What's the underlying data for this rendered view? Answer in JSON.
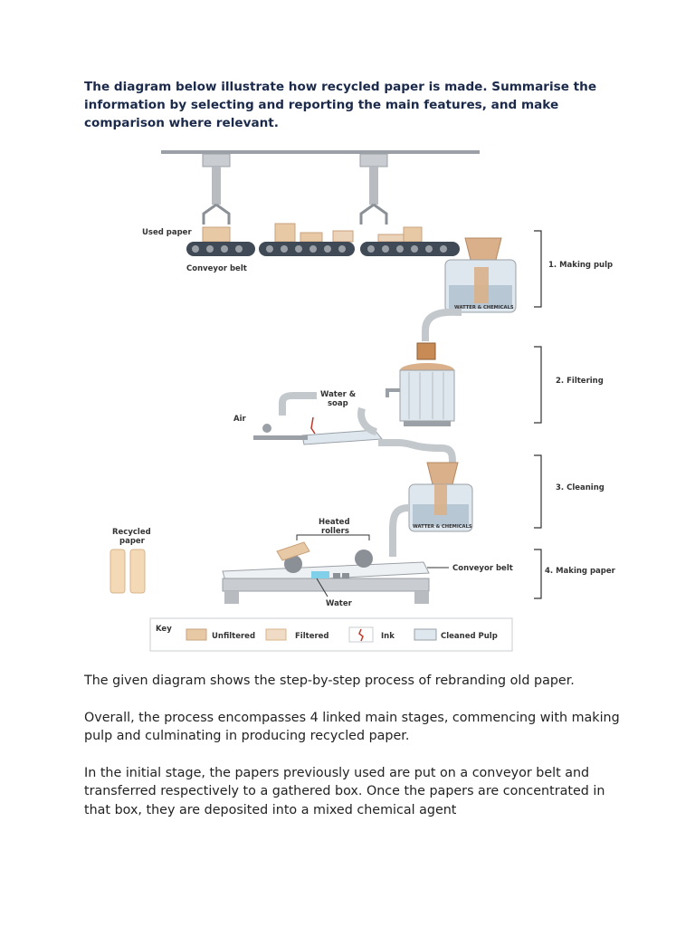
{
  "prompt": "The diagram below illustrate how recycled paper is made. Summarise the information by selecting and reporting the main features, and make comparison where relevant.",
  "diagram": {
    "labels": {
      "used_paper": "Used paper",
      "conveyor_belt_top": "Conveyor belt",
      "water_chemicals_1": "WATTER & CHEMICALS",
      "water_soap_1": "Water &",
      "water_soap_2": "soap",
      "air": "Air",
      "water_chemicals_2": "WATTER & CHEMICALS",
      "heated_rollers_1": "Heated",
      "heated_rollers_2": "rollers",
      "recycled_paper_1": "Recycled",
      "recycled_paper_2": "paper",
      "conveyor_belt_bottom": "Conveyor belt",
      "water": "Water"
    },
    "stages": [
      {
        "label": "1. Making pulp"
      },
      {
        "label": "2. Filtering"
      },
      {
        "label": "3. Cleaning"
      },
      {
        "label": "4. Making paper"
      }
    ],
    "key": {
      "title": "Key",
      "items": [
        {
          "label": "Unfiltered"
        },
        {
          "label": "Filtered"
        },
        {
          "label": "Ink"
        },
        {
          "label": "Cleaned Pulp"
        }
      ]
    },
    "colors": {
      "machine_grey": "#c9ccd0",
      "rail": "#9aa0a6",
      "tank_blue": "#dfe7ee",
      "paper_tan": "#e8c9a6",
      "pulp_tan": "#d9b08a",
      "ink_red": "#c0392b"
    }
  },
  "essay": {
    "p1": "The given diagram shows the step-by-step process of rebranding old paper.",
    "p2": "Overall, the process encompasses 4 linked main stages, commencing with making pulp and culminating in producing recycled paper.",
    "p3": "In the initial stage, the papers previously used are put on a conveyor belt and transferred respectively to a gathered box. Once the papers are concentrated in that box, they are deposited into a mixed chemical agent"
  }
}
